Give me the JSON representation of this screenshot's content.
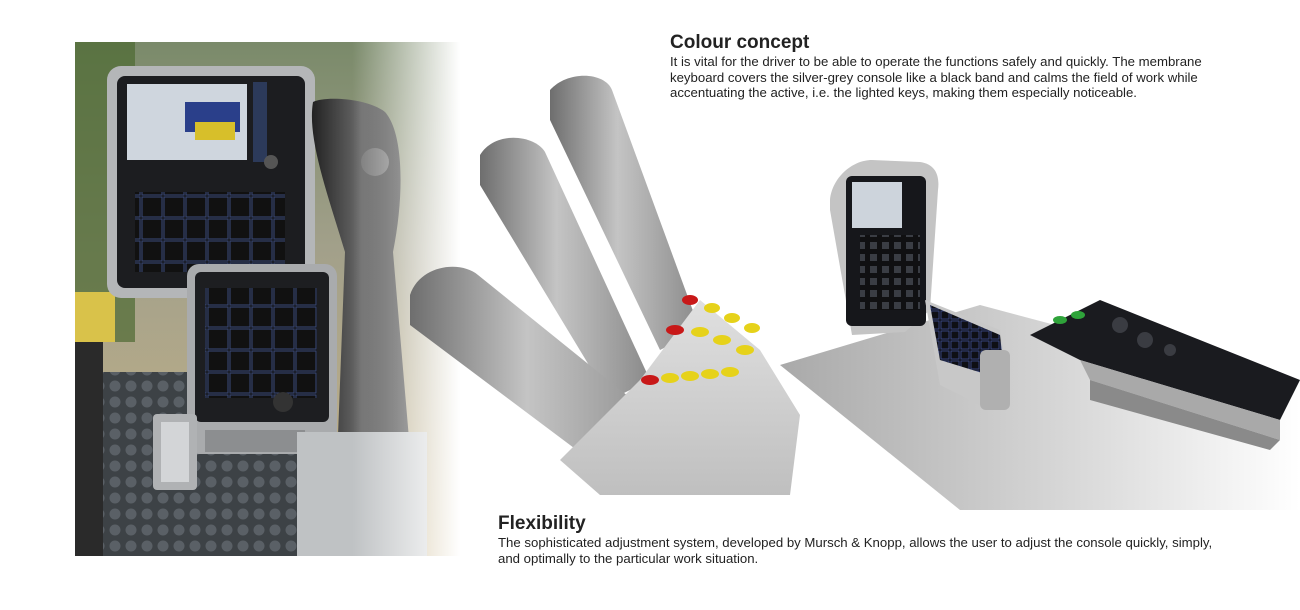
{
  "colour": {
    "title": "Colour concept",
    "text": "It is vital for the driver to be able to operate the functions safely and quickly. The membrane keyboard covers the silver-grey console like a black band and calms the field of work while accentuating the active, i.e. the lighted keys, making them especially noticeable."
  },
  "flex": {
    "title": "Flexibility",
    "text": "The sophisticated adjustment system, developed by Mursch & Knopp, allows the user to adjust the console quickly, simply, and optimally to the particular work situation."
  },
  "colors": {
    "console_black": "#1b1b1d",
    "console_silver": "#b8b8b8",
    "key_yellow": "#e6d21a",
    "key_red": "#c81818"
  }
}
